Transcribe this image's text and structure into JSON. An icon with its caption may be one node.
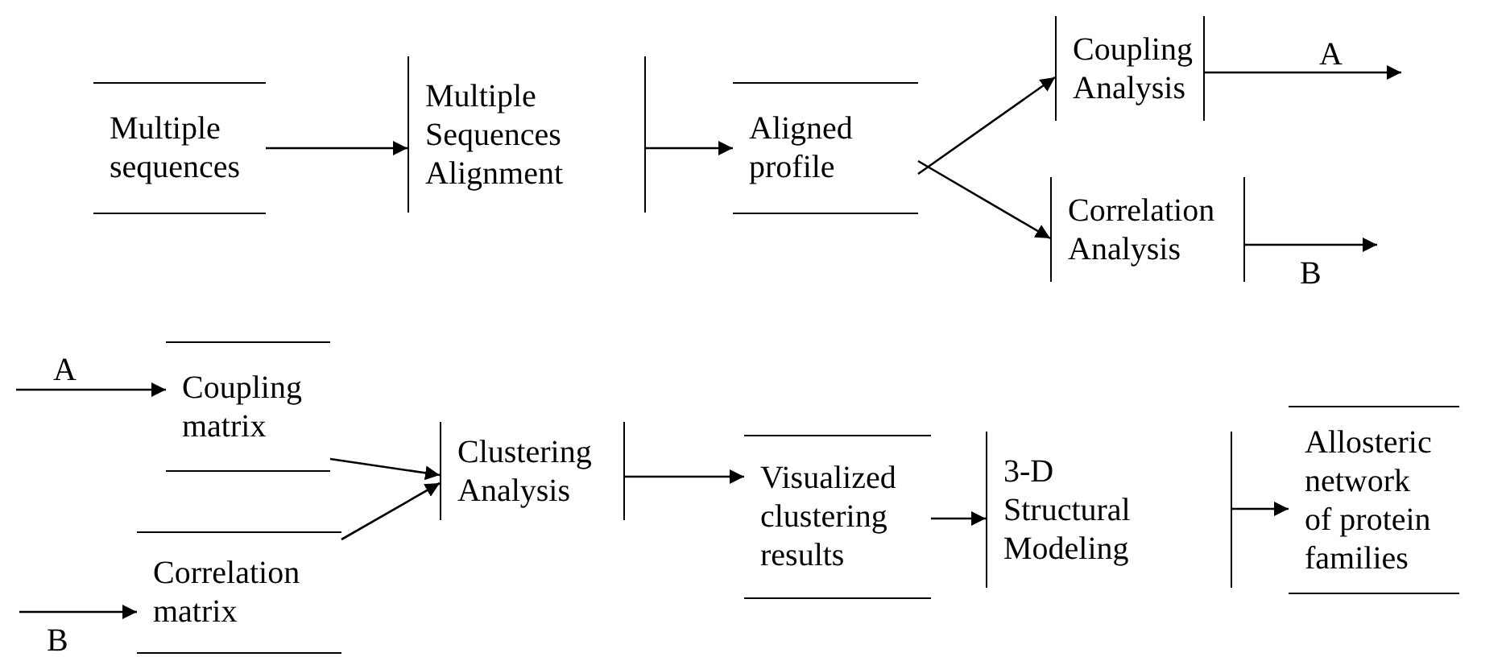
{
  "diagram": {
    "nodes": [
      {
        "text": [
          "Multiple sequences"
        ]
      },
      {
        "text": [
          "Multiple Sequences Alignment"
        ]
      },
      {
        "text": [
          "Aligned profile"
        ]
      },
      {
        "text": [
          "Coupling Analysis"
        ]
      },
      {
        "text": [
          "Correlation Analysis"
        ]
      },
      {
        "text": [
          "Coupling matrix"
        ]
      },
      {
        "text": [
          "Correlation matrix"
        ]
      },
      {
        "text": [
          "Clustering Analysis"
        ]
      },
      {
        "text": [
          "Visualized clustering results"
        ]
      },
      {
        "text": [
          "3-D Structural Modeling"
        ]
      },
      {
        "text": [
          "Allosteric network of protein families"
        ]
      }
    ],
    "edges": [
      {
        "from": 0,
        "to": 1,
        "arrow": "to"
      },
      {
        "from": 1,
        "to": 2,
        "arrow": "to"
      },
      {
        "from": 2,
        "to": 3,
        "arrow": "to"
      },
      {
        "from": 2,
        "to": 4,
        "arrow": "to"
      },
      {
        "from": 3,
        "to": null,
        "arrow": "to",
        "label": "A"
      },
      {
        "from": 4,
        "to": null,
        "arrow": "to",
        "label": "B"
      },
      {
        "from": null,
        "to": 5,
        "arrow": "to",
        "label": "A"
      },
      {
        "from": null,
        "to": 6,
        "arrow": "to",
        "label": "B"
      },
      {
        "from": 5,
        "to": 7,
        "arrow": "to"
      },
      {
        "from": 6,
        "to": 7,
        "arrow": "to"
      },
      {
        "from": 7,
        "to": 8,
        "arrow": "to"
      },
      {
        "from": 8,
        "to": 9,
        "arrow": "to"
      },
      {
        "from": 9,
        "to": 10,
        "arrow": "to"
      }
    ]
  }
}
